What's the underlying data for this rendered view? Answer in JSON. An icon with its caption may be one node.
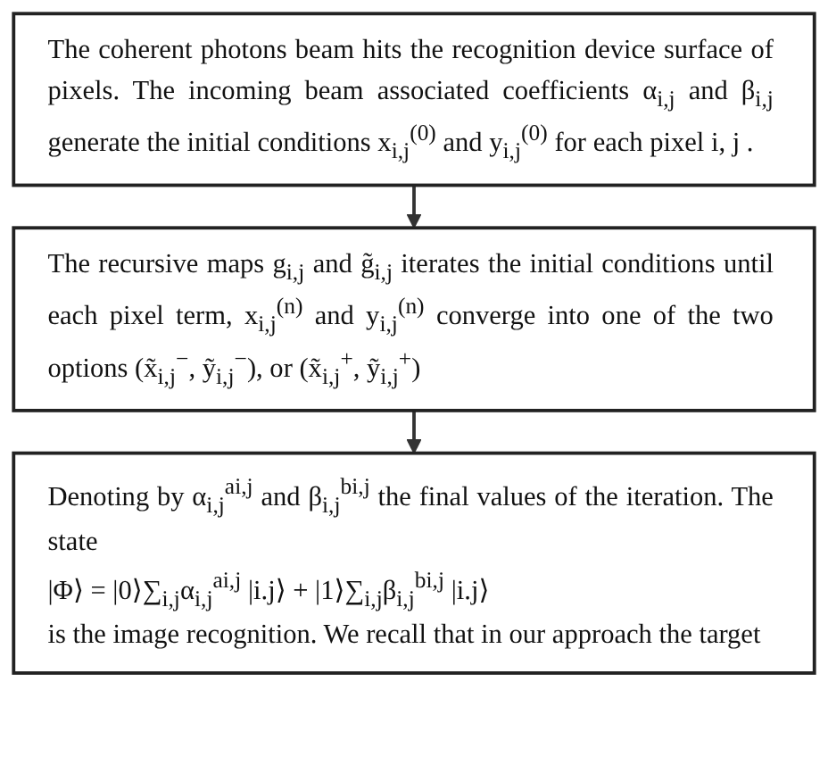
{
  "diagram": {
    "nodes": [
      {
        "text": [
          "The coherent photons beam hits the recognition device surface of pixels. The incoming beam associated coefficients α$_{i,j}$ and β$_{i,j}$ generate the initial conditions x$_{i,j}$$^{(0)}$ and y$_{i,j}$$^{(0)}$ for each pixel i, j ."
        ]
      },
      {
        "text": [
          "The recursive maps g$_{i,j}$ and g̃$_{i,j}$ iterates the initial conditions until each pixel term, x$_{i,j}$$^{(n)}$ and y$_{i,j}$$^{(n)}$ converge into one of the two options (x̃$_{i,j}$$^{−}$, ỹ$_{i,j}$$^{−}$), or (x̃$_{i,j}$$^{+}$, ỹ$_{i,j}$$^{+}$)"
        ]
      },
      {
        "text": [
          "Denoting by α$_{i,j}$$^{ai,j}$ and β$_{i,j}$$^{bi,j}$ the final values of the iteration. The state",
          "|Φ⟩ = |0⟩∑$_{i,j}$α$_{i,j}$$^{ai,j}$ |i.j⟩ + |1⟩∑$_{i,j}$β$_{i,j}$$^{bi,j}$ |i.j⟩",
          "is the image recognition. We recall that in our approach the target"
        ]
      }
    ],
    "edges": [
      {
        "from": 0,
        "to": 1,
        "arrow": "to"
      },
      {
        "from": 1,
        "to": 2,
        "arrow": "to"
      }
    ]
  }
}
